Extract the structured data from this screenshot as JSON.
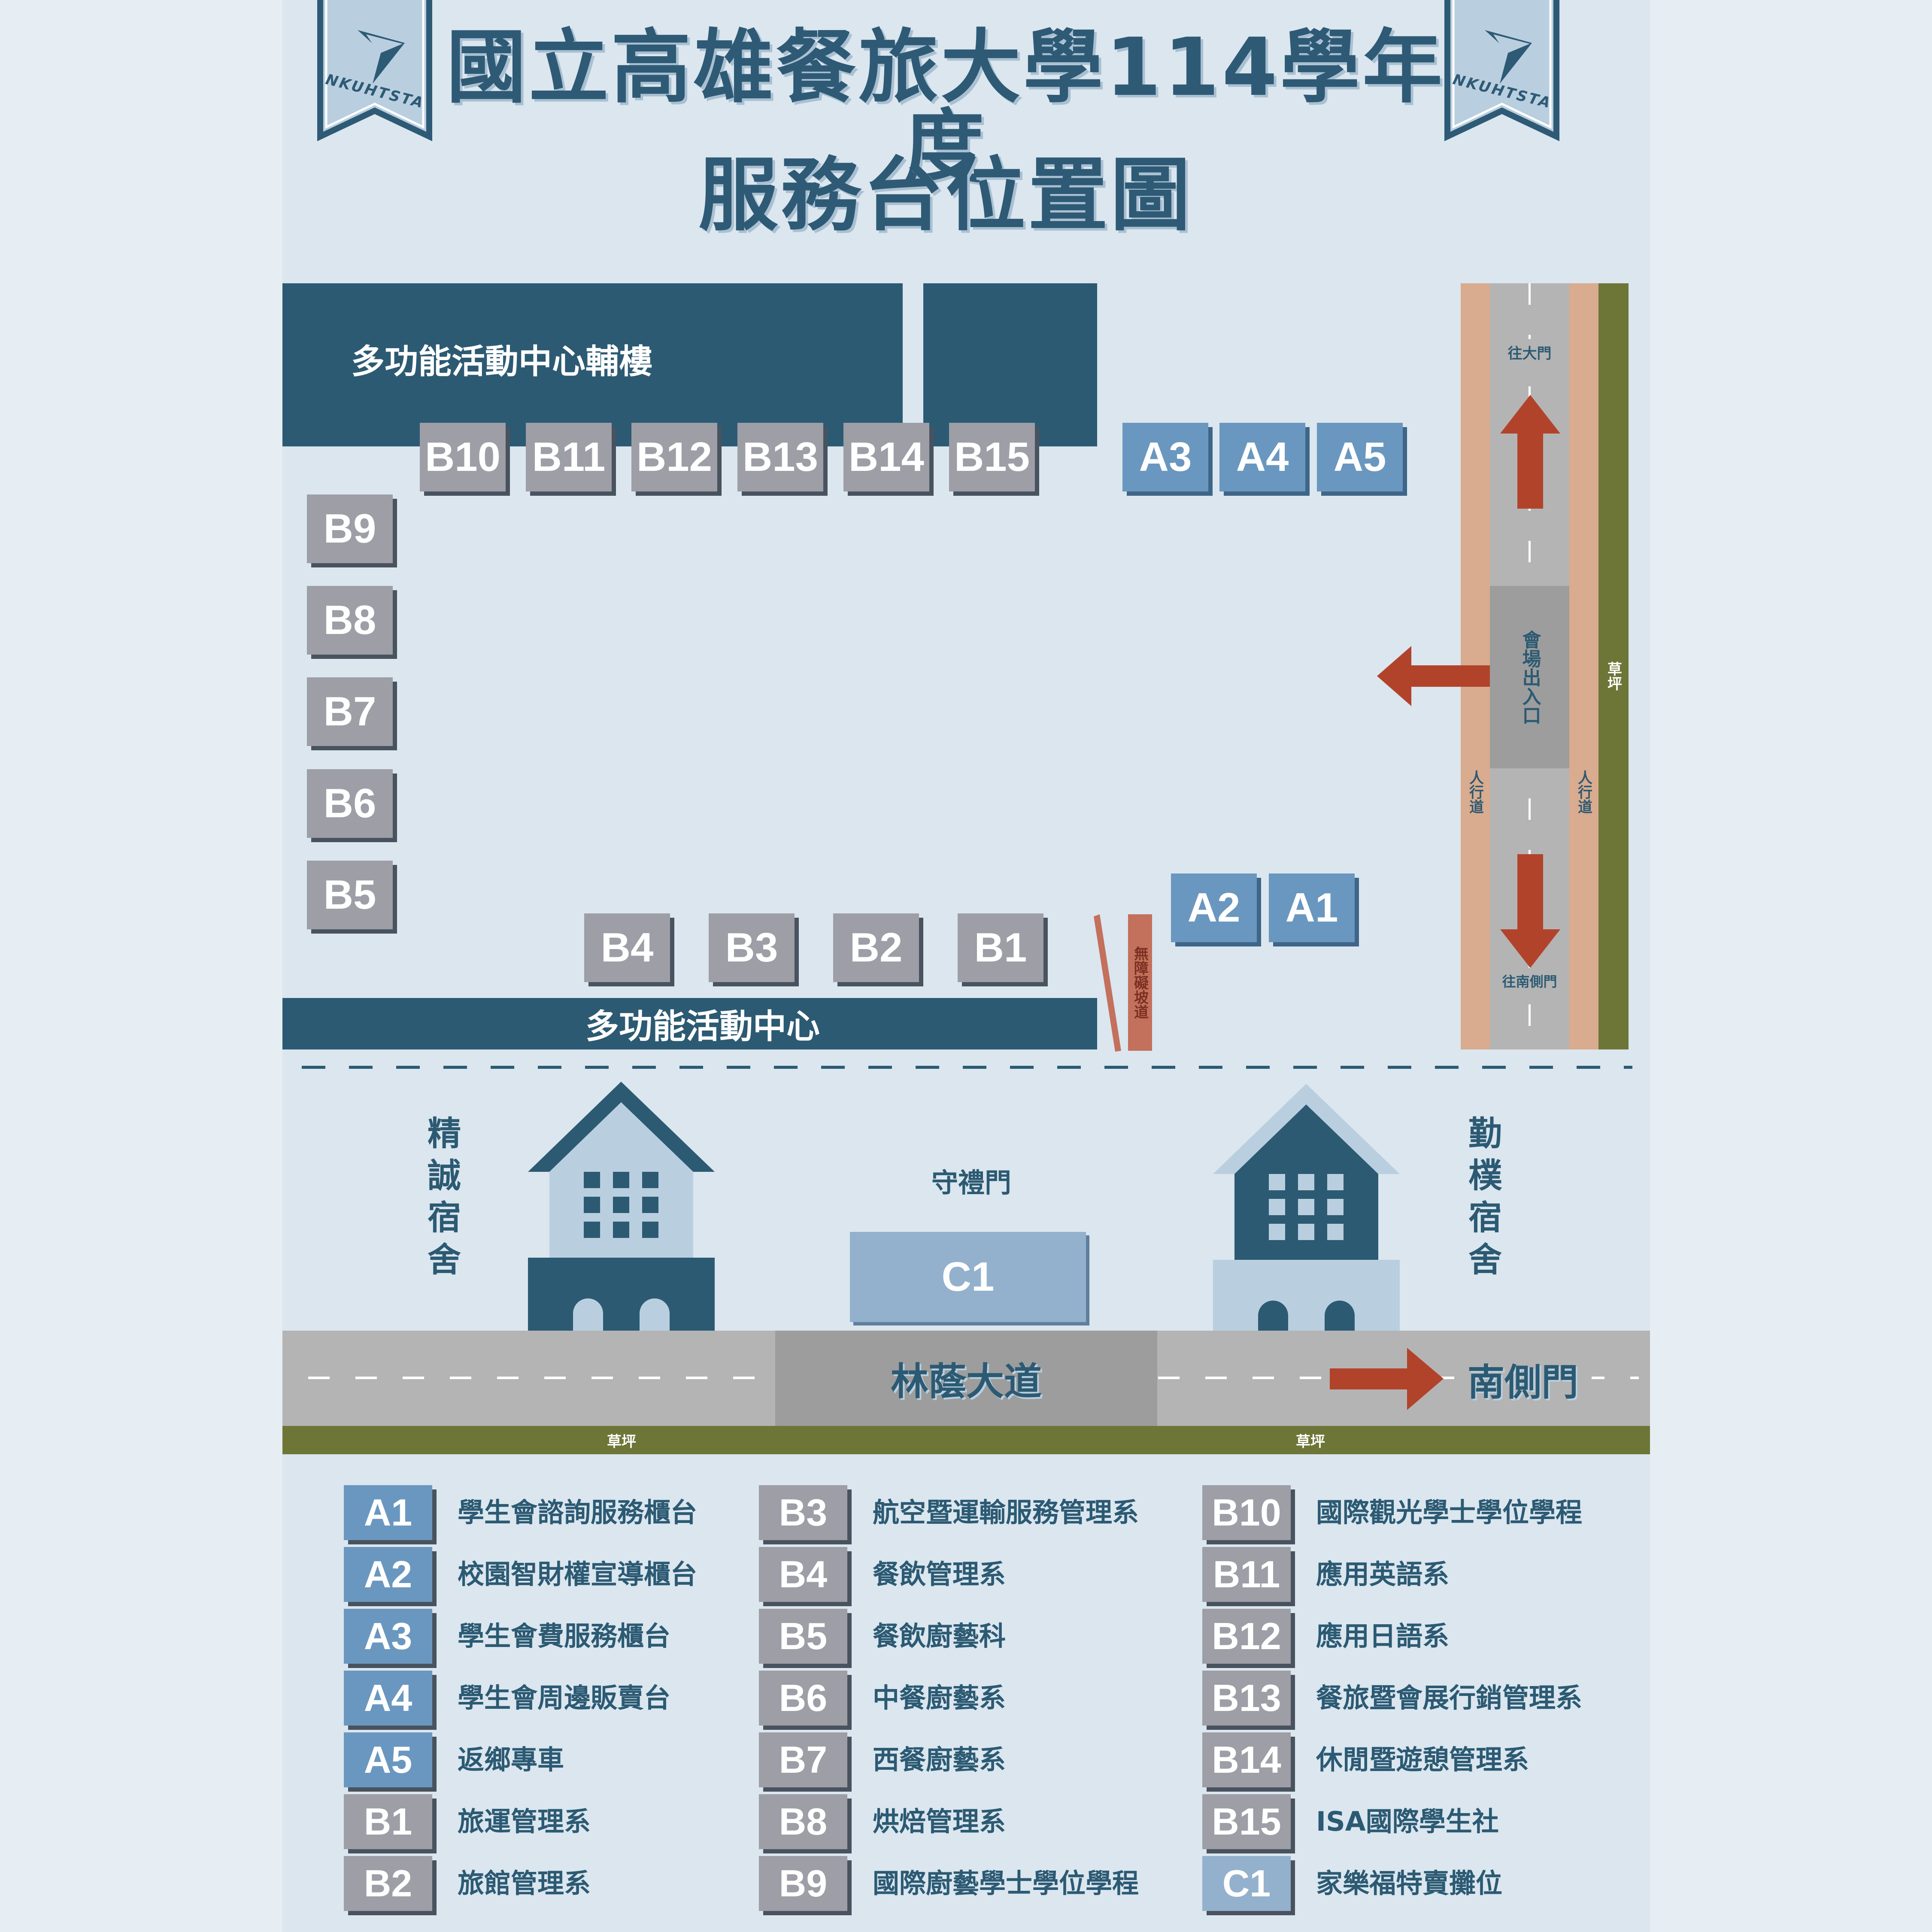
{
  "header": {
    "title_line1": "國立高雄餐旅大學114學年度",
    "title_line2": "服務台位置圖",
    "logo_text": "NKUHTSTA"
  },
  "map": {
    "annex_building": "多功能活動中心輔樓",
    "main_building": "多功能活動中心",
    "top_booths": [
      "B10",
      "B11",
      "B12",
      "B13",
      "B14",
      "B15"
    ],
    "left_booths": [
      "B9",
      "B8",
      "B7",
      "B6",
      "B5"
    ],
    "bottom_booths": [
      "B4",
      "B3",
      "B2",
      "B1"
    ],
    "a_top_booths": [
      "A3",
      "A4",
      "A5"
    ],
    "a_bottom_booths": [
      "A2",
      "A1"
    ],
    "ramp_label": "無障礙坡道",
    "road_to_main_gate": "往大門",
    "road_to_south_gate": "往南側門",
    "venue_entrance": "會場出入口",
    "sidewalk_left": "人行道",
    "sidewalk_right": "人行道",
    "grass_right": "草坪",
    "dorm_left": "精誠宿舍",
    "dorm_right": "勤樸宿舍",
    "gate_label": "守禮門",
    "c1_booth": "C1",
    "boulevard": "林蔭大道",
    "south_gate": "南側門",
    "grass_bottom_left": "草坪",
    "grass_bottom_right": "草坪"
  },
  "legend": {
    "col1": [
      {
        "code": "A1",
        "name": "學生會諮詢服務櫃台",
        "kind": "A"
      },
      {
        "code": "A2",
        "name": "校園智財權宣導櫃台",
        "kind": "A"
      },
      {
        "code": "A3",
        "name": "學生會費服務櫃台",
        "kind": "A"
      },
      {
        "code": "A4",
        "name": "學生會周邊販賣台",
        "kind": "A"
      },
      {
        "code": "A5",
        "name": "返鄉專車",
        "kind": "A"
      },
      {
        "code": "B1",
        "name": "旅運管理系",
        "kind": "B"
      },
      {
        "code": "B2",
        "name": "旅館管理系",
        "kind": "B"
      }
    ],
    "col2": [
      {
        "code": "B3",
        "name": "航空暨運輸服務管理系",
        "kind": "B"
      },
      {
        "code": "B4",
        "name": "餐飲管理系",
        "kind": "B"
      },
      {
        "code": "B5",
        "name": "餐飲廚藝科",
        "kind": "B"
      },
      {
        "code": "B6",
        "name": "中餐廚藝系",
        "kind": "B"
      },
      {
        "code": "B7",
        "name": "西餐廚藝系",
        "kind": "B"
      },
      {
        "code": "B8",
        "name": "烘焙管理系",
        "kind": "B"
      },
      {
        "code": "B9",
        "name": "國際廚藝學士學位學程",
        "kind": "B"
      }
    ],
    "col3": [
      {
        "code": "B10",
        "name": "國際觀光學士學位學程",
        "kind": "B"
      },
      {
        "code": "B11",
        "name": "應用英語系",
        "kind": "B"
      },
      {
        "code": "B12",
        "name": "應用日語系",
        "kind": "B"
      },
      {
        "code": "B13",
        "name": "餐旅暨會展行銷管理系",
        "kind": "B"
      },
      {
        "code": "B14",
        "name": "休閒暨遊憩管理系",
        "kind": "B"
      },
      {
        "code": "B15",
        "name": "ISA國際學生社",
        "kind": "B"
      },
      {
        "code": "C1",
        "name": "家樂福特賣攤位",
        "kind": "C"
      }
    ]
  },
  "colors": {
    "dark_blue": "#2c5a73",
    "booth_gray": "#9d9ea6",
    "booth_blue": "#6a97bf",
    "c1_blue": "#93b1cc",
    "arrow_red": "#b2432b",
    "sidewalk": "#d9ab8f",
    "grass": "#6d7637",
    "road": "#b4b4b4"
  }
}
